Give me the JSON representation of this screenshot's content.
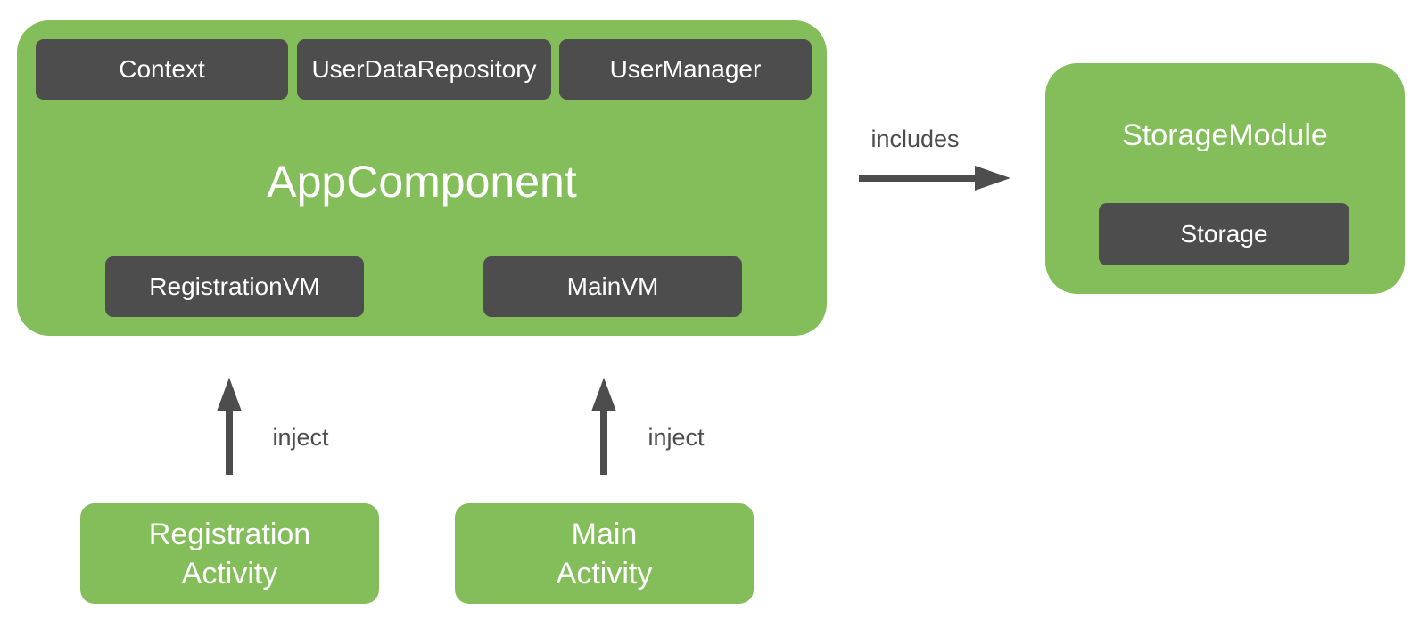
{
  "colors": {
    "module_green": "#83BE5B",
    "node_dark_gray": "#4D4D4D",
    "node_text": "#FFFFFF",
    "relation_text": "#4D4D4D",
    "background": "#FFFFFF"
  },
  "app_component": {
    "title": "AppComponent",
    "dependencies": [
      {
        "label": "Context"
      },
      {
        "label": "UserDataRepository"
      },
      {
        "label": "UserManager"
      }
    ],
    "viewmodels": [
      {
        "label": "RegistrationVM"
      },
      {
        "label": "MainVM"
      }
    ]
  },
  "storage_module": {
    "title": "StorageModule",
    "dependencies": [
      {
        "label": "Storage"
      }
    ]
  },
  "relations": {
    "includes_label": "includes",
    "inject_labels": [
      "inject",
      "inject"
    ]
  },
  "activities": [
    {
      "label_line1": "Registration",
      "label_line2": "Activity"
    },
    {
      "label_line1": "Main",
      "label_line2": "Activity"
    }
  ]
}
